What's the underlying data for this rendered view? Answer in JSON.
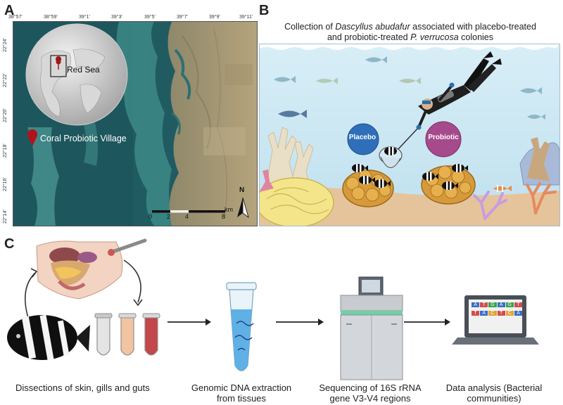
{
  "panels": {
    "a": "A",
    "b": "B",
    "c": "C"
  },
  "panel_a": {
    "lon_ticks": [
      "38°57'",
      "38°59'",
      "39°1'",
      "39°3'",
      "39°5'",
      "39°7'",
      "39°9'",
      "39°11'"
    ],
    "lat_ticks": [
      "22°24'",
      "22°22'",
      "22°20'",
      "22°18'",
      "22°16'",
      "22°14'"
    ],
    "inset_label": "Red Sea",
    "site_label": "Coral Probiotic Village",
    "scale_ticks": [
      "0",
      "2",
      "4",
      "8"
    ],
    "scale_unit": "km",
    "north": "N"
  },
  "panel_b": {
    "title_prefix": "Collection of ",
    "title_species": "Dascyllus abudafur",
    "title_middle": " associated with placebo-treated",
    "title_line2_prefix": "and probiotic-treated ",
    "title_coral": "P. verrucosa",
    "title_line2_suffix": " colonies",
    "placebo": "Placebo",
    "probiotic": "Probiotic"
  },
  "panel_c": {
    "step1": "Dissections of skin, gills and guts",
    "step2_line1": "Genomic DNA extraction",
    "step2_line2": "from tissues",
    "step3_line1": "Sequencing of 16S rRNA",
    "step3_line2": "gene V3-V4 regions",
    "step4_line1": "Data analysis (Bacterial",
    "step4_line2": "communities)",
    "dna_row1": [
      "A",
      "T",
      "G",
      "A",
      "G",
      "T"
    ],
    "dna_row2": [
      "T",
      "A",
      "C",
      "T",
      "C",
      "A"
    ]
  },
  "colors": {
    "sea_dark": "#1f5f66",
    "land": "#a99a74",
    "water_b": "#cfe7f1",
    "sand": "#e7c79f",
    "placebo": "#2f6fba",
    "probiotic": "#a64a8c",
    "coral": "#d79a3a"
  }
}
